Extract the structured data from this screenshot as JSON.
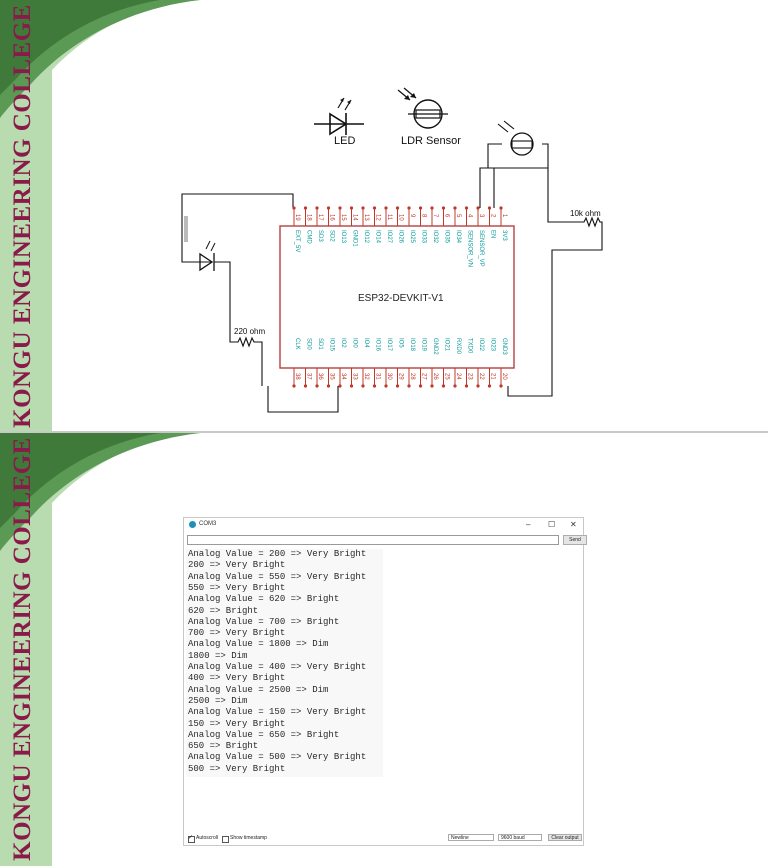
{
  "college_name": "KONGU ENGINEERING COLLEGE",
  "colors": {
    "maroon": "#8a1a4a",
    "light_green": "#b8dcb0",
    "dark_green": "#4f8a49",
    "pin_label": "#0a9a9a",
    "pin_red": "#c0392b",
    "board_border": "#b64040"
  },
  "schematic": {
    "led_label": "LED",
    "ldr_label": "LDR Sensor",
    "board_label": "ESP32-DEVKIT-V1",
    "resistor_10k": "10k ohm",
    "resistor_220": "220 ohm",
    "top_pin_numbers": [
      "19",
      "18",
      "17",
      "16",
      "15",
      "14",
      "13",
      "12",
      "11",
      "10",
      "9",
      "8",
      "7",
      "6",
      "5",
      "4",
      "3",
      "2",
      "1"
    ],
    "top_pin_names": [
      "EXT_5V",
      "CMD",
      "SD3",
      "SD2",
      "IO13",
      "GND1",
      "IO12",
      "IO14",
      "IO27",
      "IO26",
      "IO25",
      "IO33",
      "IO32",
      "IO35",
      "IO34",
      "SENSOR_VN",
      "SENSOR_VP",
      "EN",
      "3V3"
    ],
    "bottom_pin_numbers": [
      "38",
      "37",
      "36",
      "35",
      "34",
      "33",
      "32",
      "31",
      "30",
      "29",
      "28",
      "27",
      "26",
      "25",
      "24",
      "23",
      "22",
      "21",
      "20"
    ],
    "bottom_pin_names": [
      "CLK",
      "SD0",
      "SD1",
      "IO15",
      "IO2",
      "IO0",
      "IO4",
      "IO16",
      "IO17",
      "IO5",
      "IO18",
      "IO19",
      "GND2",
      "IO21",
      "RXD0",
      "TXD0",
      "IO22",
      "IO23",
      "GND3"
    ]
  },
  "serial_monitor": {
    "title": "COM3",
    "send_label": "Send",
    "input_value": "",
    "lines": [
      "Analog Value = 200 => Very Bright",
      "200 => Very Bright",
      "Analog Value = 550 => Very Bright",
      "550 => Very Bright",
      "Analog Value = 620 => Bright",
      "620 => Bright",
      "Analog Value = 700 => Bright",
      "700 => Very Bright",
      "Analog Value = 1800 => Dim",
      "1800 => Dim",
      "Analog Value = 400 => Very Bright",
      "400 => Very Bright",
      "Analog Value = 2500 => Dim",
      "2500 => Dim",
      "Analog Value = 150 => Very Bright",
      "150 => Very Bright",
      "Analog Value = 650 => Bright",
      "650 => Bright",
      "Analog Value = 500 => Very Bright",
      "500 => Very Bright"
    ],
    "autoscroll_label": "Autoscroll",
    "autoscroll_checked": true,
    "timestamp_label": "Show timestamp",
    "timestamp_checked": false,
    "line_ending": "Newline",
    "baud_rate": "9600 baud",
    "clear_label": "Clear output"
  }
}
